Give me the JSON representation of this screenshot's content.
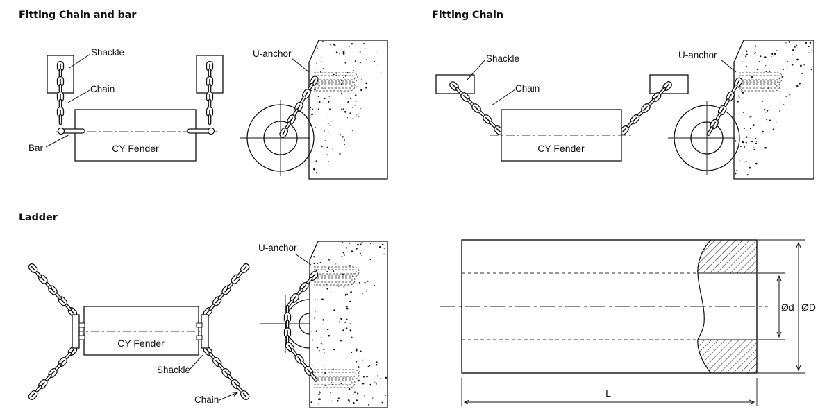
{
  "titles": {
    "fitting_chain_and_bar": "Fitting Chain and bar",
    "fitting_chain": "Fitting Chain",
    "ladder": "Ladder"
  },
  "labels": {
    "shackle": "Shackle",
    "chain": "Chain",
    "bar": "Bar",
    "u_anchor": "U-anchor",
    "cy_fender": "CY Fender",
    "dim_d": "Ød",
    "dim_D": "ØD",
    "dim_L": "L"
  },
  "colors": {
    "line": "#111111",
    "dashed": "#333333",
    "background": "#ffffff"
  }
}
